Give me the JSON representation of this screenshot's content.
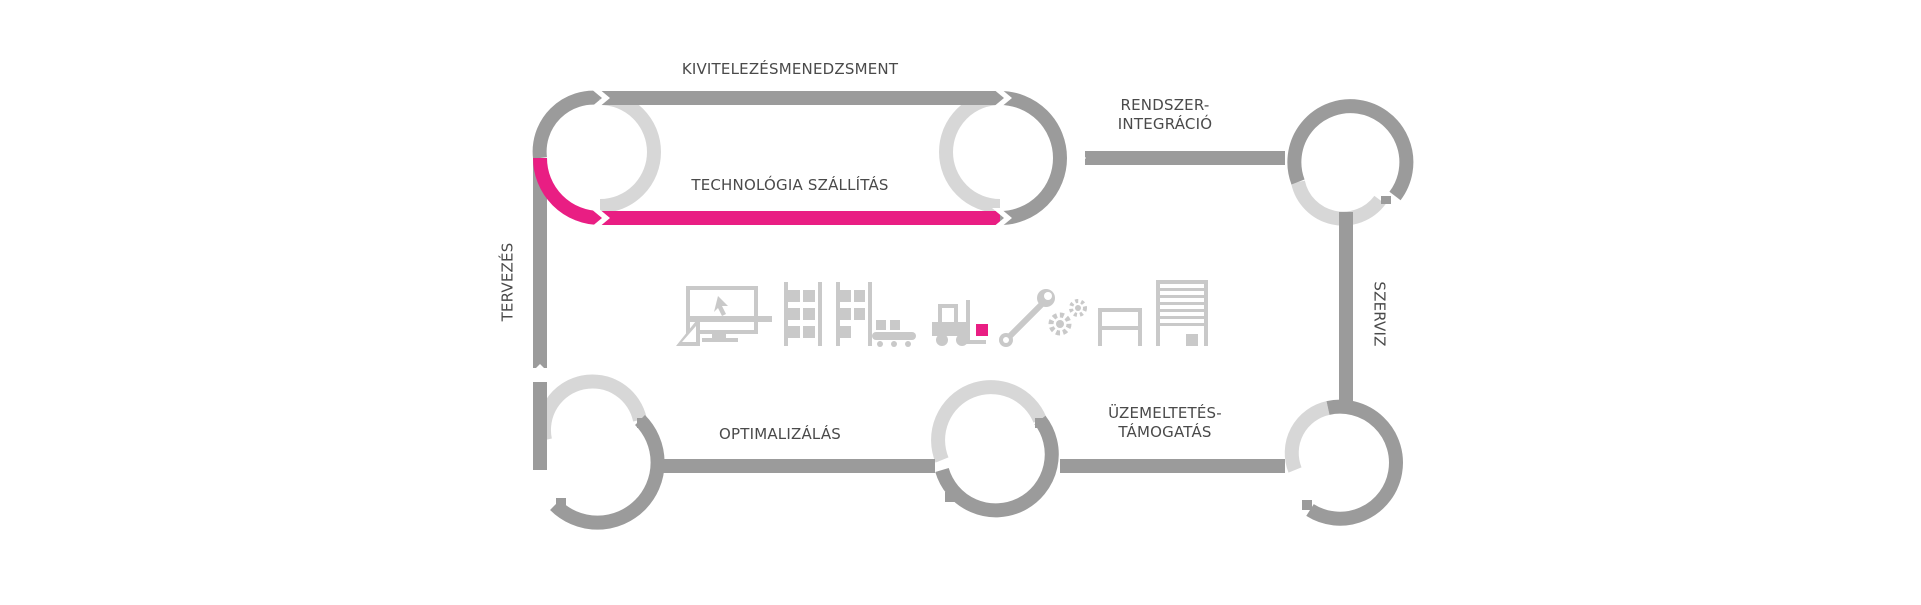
{
  "labels": {
    "top": "KIVITELEZÉSMENEDZSMENT",
    "technology": "TECHNOLÓGIA SZÁLLÍTÁS",
    "integration_line1": "RENDSZER-",
    "integration_line2": "INTEGRÁCIÓ",
    "design": "TERVEZÉS",
    "service": "SZERVIZ",
    "optimization": "OPTIMALIZÁLÁS",
    "operation_line1": "ÜZEMELTETÉS-",
    "operation_line2": "TÁMOGATÁS"
  },
  "colors": {
    "track": "#9b9b9b",
    "track_light": "#d7d7d7",
    "accent": "#e91e83",
    "icon": "#c9c9c9",
    "text": "#4a4a4a"
  },
  "icons": [
    "design-workstation-icon",
    "shelving-rack-icon",
    "rack-conveyor-icon",
    "forklift-icon",
    "wrench-gears-icon",
    "bed-frame-icon",
    "roller-shutter-icon"
  ]
}
